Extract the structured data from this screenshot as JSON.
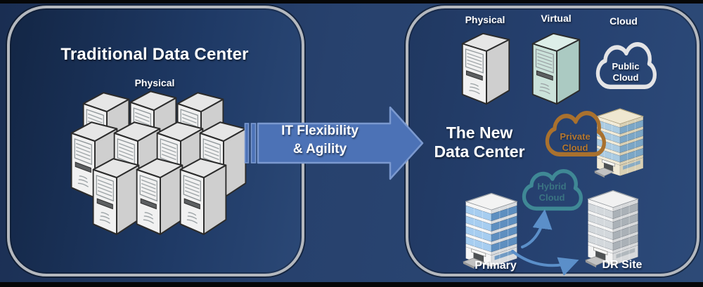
{
  "diagram": {
    "left_panel": {
      "title": "Traditional Data Center",
      "group_label": "Physical"
    },
    "transition_arrow": {
      "line1": "IT Flexibility",
      "line2": "& Agility"
    },
    "right_panel": {
      "column_labels": {
        "physical": "Physical",
        "virtual": "Virtual",
        "cloud": "Cloud"
      },
      "title": {
        "line1": "The New",
        "line2": "Data Center"
      },
      "public_cloud": {
        "line1": "Public",
        "line2": "Cloud"
      },
      "private_cloud": {
        "line1": "Private",
        "line2": "Cloud"
      },
      "hybrid_cloud": {
        "line1": "Hybrid",
        "line2": "Cloud"
      },
      "site_labels": {
        "primary": "Primary",
        "dr_site": "DR Site"
      }
    },
    "colors": {
      "background": "#21375d",
      "panel_border": "#b4b8be",
      "transition_arrow_fill": "#4c72b6",
      "flow_arrow": "#5b8fc9",
      "public_cloud_stroke": "#e4e4e6",
      "private_cloud_stroke": "#a9712e",
      "private_cloud_text": "#b5772f",
      "hybrid_cloud_stroke": "#3f8895",
      "hybrid_cloud_text": "#3a7482",
      "virtual_server_tint": "#cbe2da"
    }
  }
}
